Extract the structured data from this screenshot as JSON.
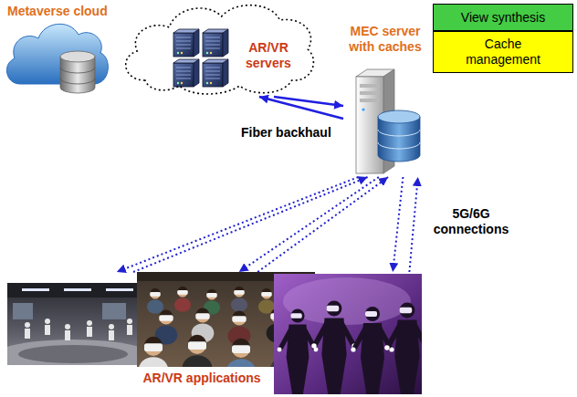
{
  "diagram": {
    "nodes": [
      {
        "text": [
          "AR/VR servers"
        ]
      },
      {
        "text": [
          "MEC server with caches"
        ]
      },
      {
        "text": [
          "View synthesis"
        ]
      },
      {
        "text": [
          "Cache management"
        ]
      },
      {
        "text": [
          "AR/VR applications"
        ]
      }
    ],
    "edges": [
      {
        "from": 0,
        "to": 1,
        "arrow": "to",
        "label": "Fiber backhaul"
      },
      {
        "from": 1,
        "to": 0,
        "arrow": "to"
      },
      {
        "from": 1,
        "to": 4,
        "arrow": "to"
      },
      {
        "from": 4,
        "to": 1,
        "arrow": "to"
      },
      {
        "from": 1,
        "to": 4,
        "arrow": "to"
      },
      {
        "from": 4,
        "to": 1,
        "arrow": "to"
      },
      {
        "from": 1,
        "to": 4,
        "arrow": "to",
        "label": "5G/6G connections"
      },
      {
        "from": 4,
        "to": 1,
        "arrow": "to"
      }
    ],
    "labels": [
      "Metaverse cloud"
    ]
  }
}
